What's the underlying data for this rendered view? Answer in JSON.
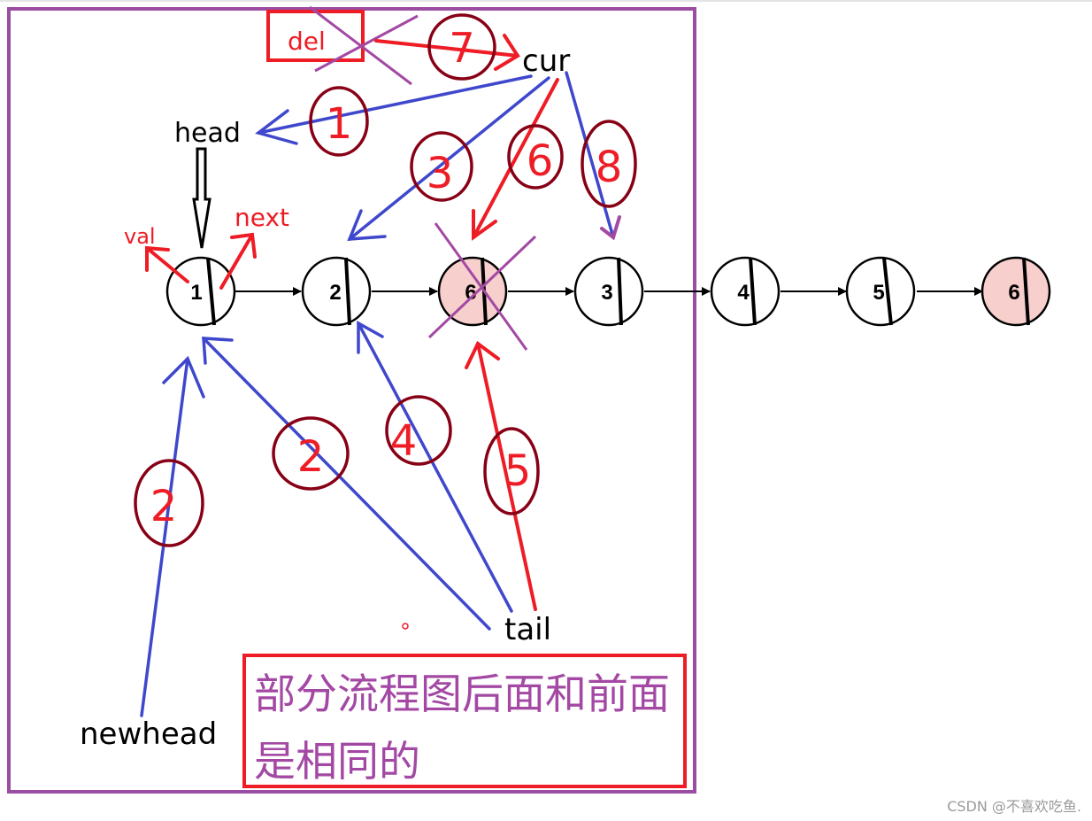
{
  "colors": {
    "frame": "#9b4da3",
    "red": "#ee1c25",
    "blue": "#3f48cc",
    "darkred": "#880015",
    "purple": "#a349a4",
    "black": "#000000",
    "highlight_fill": "#f7cfcc",
    "node_fill": "#ffffff",
    "note_text": "#a349a4",
    "watermark": "#9a9a9a"
  },
  "labels": {
    "del": "del",
    "cur": "cur",
    "head": "head",
    "val": "val",
    "next": "next",
    "tail": "tail",
    "newhead": "newhead"
  },
  "nodes": [
    {
      "value": "1",
      "highlighted": false,
      "crossed": false
    },
    {
      "value": "2",
      "highlighted": false,
      "crossed": false
    },
    {
      "value": "6",
      "highlighted": true,
      "crossed": true
    },
    {
      "value": "3",
      "highlighted": false,
      "crossed": false
    },
    {
      "value": "4",
      "highlighted": false,
      "crossed": false
    },
    {
      "value": "5",
      "highlighted": false,
      "crossed": false
    },
    {
      "value": "6",
      "highlighted": true,
      "crossed": false
    }
  ],
  "steps": [
    "1",
    "2",
    "2",
    "3",
    "4",
    "5",
    "6",
    "7",
    "8"
  ],
  "note": {
    "line1": "部分流程图后面和前面",
    "line2": "是相同的"
  },
  "watermark": "CSDN @不喜欢吃鱼."
}
